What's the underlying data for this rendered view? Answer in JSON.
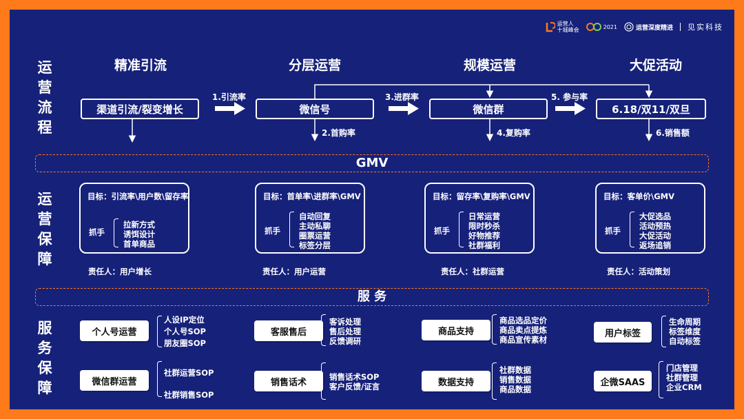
{
  "header": {
    "logos": [
      {
        "name": "logo-1",
        "text": "运营人\n十城峰会"
      },
      {
        "name": "logo-2",
        "text": "2021"
      },
      {
        "name": "logo-3",
        "text": "运营深度精进"
      }
    ],
    "company": "见实科技"
  },
  "sections": {
    "flow": "运营流程",
    "guarantee": "运营保障",
    "service": "服务保障"
  },
  "phases": [
    "精准引流",
    "分层运营",
    "规模运营",
    "大促活动"
  ],
  "flow_boxes": [
    "渠道引流/裂变增长",
    "微信号",
    "微信群",
    "6.18/双11/双旦"
  ],
  "flow_arrows": [
    "1.引流率",
    "3.进群率",
    "5. 参与率"
  ],
  "flow_down": [
    "2.首购率",
    "4.复购率",
    "6.销售额"
  ],
  "gmv_label": "GMV",
  "service_label": "服  务",
  "guarantee_cards": [
    {
      "target": "目标：引流率\\用户数\\留存率",
      "zhuashou": "抓手",
      "items": [
        "拉新方式",
        "诱饵设计",
        "首单商品"
      ],
      "owner": "责任人：用户增长"
    },
    {
      "target": "目标：首单率\\进群率\\GMV",
      "zhuashou": "抓手",
      "items": [
        "自动回复",
        "主动私聊",
        "圈票运营",
        "标签分层"
      ],
      "owner": "责任人：用户运营"
    },
    {
      "target": "目标：留存率\\复购率\\GMV",
      "zhuashou": "抓手",
      "items": [
        "日常运营",
        "限时秒杀",
        "好物推荐",
        "社群福利"
      ],
      "owner": "责任人：社群运营"
    },
    {
      "target": "目标：客单价\\GMV",
      "zhuashou": "抓手",
      "items": [
        "大促选品",
        "活动预热",
        "大促活动",
        "返场追销"
      ],
      "owner": "责任人：活动策划"
    }
  ],
  "services": [
    {
      "label": "个人号运营",
      "items": [
        "人设IP定位",
        "个人号SOP",
        "朋友圈SOP"
      ]
    },
    {
      "label": "客服售后",
      "items": [
        "客诉处理",
        "售后处理",
        "反馈调研"
      ]
    },
    {
      "label": "商品支持",
      "items": [
        "商品选品定价",
        "商品卖点提炼",
        "商品宣传素材"
      ]
    },
    {
      "label": "用户标签",
      "items": [
        "生命周期",
        "标签维度",
        "自动标签"
      ]
    },
    {
      "label": "微信群运营",
      "items": [
        "社群运营SOP",
        "社群销售SOP"
      ]
    },
    {
      "label": "销售话术",
      "items": [
        "销售话术SOP",
        "客户反馈/证言"
      ]
    },
    {
      "label": "数据支持",
      "items": [
        "社群数据",
        "销售数据",
        "商品数据"
      ]
    },
    {
      "label": "企微SAAS",
      "items": [
        "门店管理",
        "社群管理",
        "企业CRM"
      ]
    }
  ],
  "colors": {
    "background": "#16217a",
    "border": "#ff7a1a",
    "dash": "#ff7a1a"
  }
}
